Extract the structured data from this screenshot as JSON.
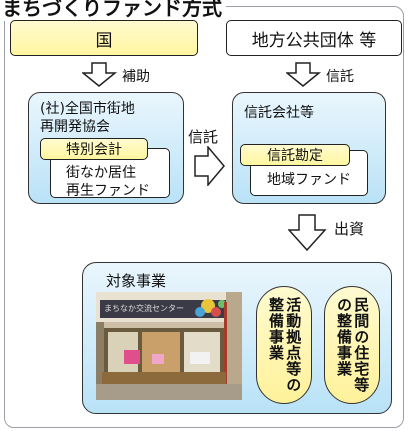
{
  "header": {
    "title": "まちづくりファンド方式"
  },
  "top": {
    "left": "国",
    "right": "地方公共団体 等"
  },
  "arrows": {
    "left": "補助",
    "right": "信託",
    "middle": "信託",
    "down": "出資"
  },
  "box_left": {
    "title_line1": "(社)全国市街地",
    "title_line2": "再開発協会",
    "sub": "特別会計",
    "fund_line1": "街なか居住",
    "fund_line2": "再生ファンド"
  },
  "box_right": {
    "title": "信託会社等",
    "sub": "信託勘定",
    "fund": "地域ファンド"
  },
  "bottom": {
    "title": "対象事業",
    "pill1": "活動拠点等の整備事業",
    "pill2": "民間の住宅等の整備事業",
    "photo_sign": "まちなか交流センター"
  }
}
